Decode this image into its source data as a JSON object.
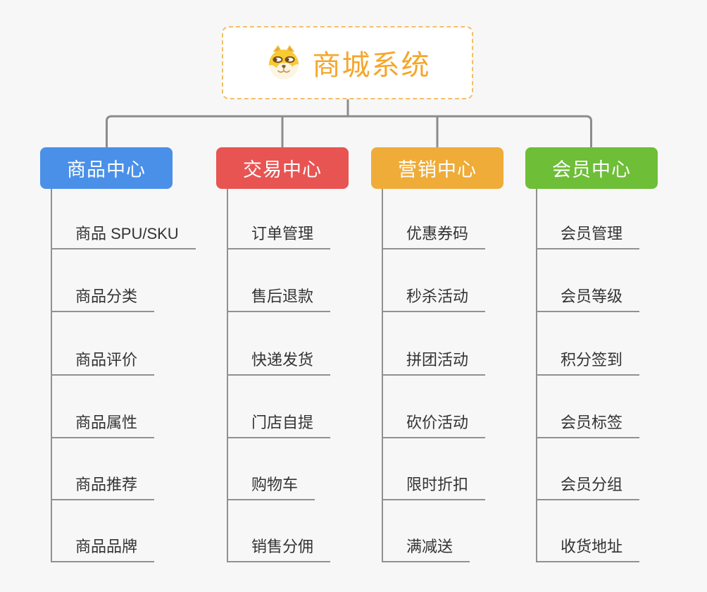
{
  "colors": {
    "page_background": "#F7F7F7",
    "connector": "#8C8C8C",
    "leaf_line": "#919191",
    "leaf_text": "#333333"
  },
  "root": {
    "title": "商城系统",
    "icon": "doge-icon",
    "border_color": "#F4BE6A",
    "title_color": "#F5A62B"
  },
  "branches": [
    {
      "label": "商品中心",
      "color": "#4A90E8",
      "children": [
        "商品 SPU/SKU",
        "商品分类",
        "商品评价",
        "商品属性",
        "商品推荐",
        "商品品牌"
      ]
    },
    {
      "label": "交易中心",
      "color": "#E85452",
      "children": [
        "订单管理",
        "售后退款",
        "快递发货",
        "门店自提",
        "购物车",
        "销售分佣"
      ]
    },
    {
      "label": "营销中心",
      "color": "#EFAC38",
      "children": [
        "优惠券码",
        "秒杀活动",
        "拼团活动",
        "砍价活动",
        "限时折扣",
        "满减送"
      ]
    },
    {
      "label": "会员中心",
      "color": "#6EBE38",
      "children": [
        "会员管理",
        "会员等级",
        "积分签到",
        "会员标签",
        "会员分组",
        "收货地址"
      ]
    }
  ]
}
